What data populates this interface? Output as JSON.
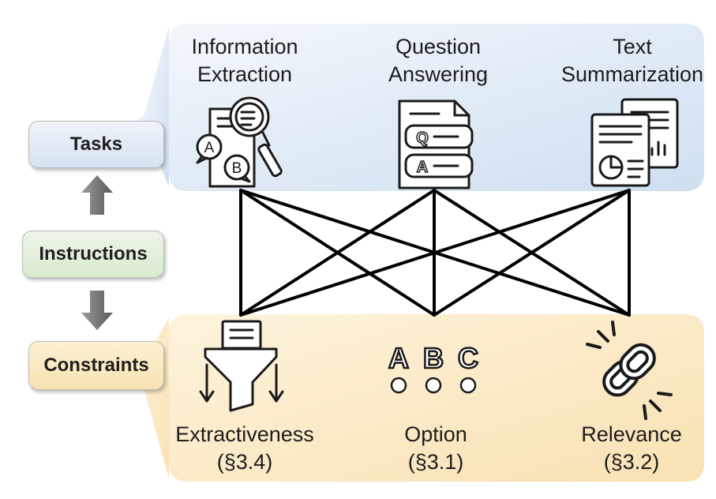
{
  "left_labels": {
    "tasks": "Tasks",
    "instructions": "Instructions",
    "constraints": "Constraints"
  },
  "tasks": [
    {
      "line1": "Information",
      "line2": "Extraction",
      "icon": "document-magnifier-ab-icon"
    },
    {
      "line1": "Question",
      "line2": "Answering",
      "icon": "qa-document-icon"
    },
    {
      "line1": "Text",
      "line2": "Summarization",
      "icon": "report-summary-icon"
    }
  ],
  "constraints": [
    {
      "line1": "Extractiveness",
      "line2": "(§3.4)",
      "icon": "funnel-filter-icon"
    },
    {
      "line1": "Option",
      "line2": "(§3.1)",
      "icon": "abc-options-icon"
    },
    {
      "line1": "Relevance",
      "line2": "(§3.2)",
      "icon": "chain-link-icon"
    }
  ],
  "option_letters": [
    "A",
    "B",
    "C"
  ],
  "qa_letters": [
    "Q",
    "A"
  ],
  "ie_letters": [
    "A",
    "B"
  ],
  "colors": {
    "task_panel": "#dbe6f2",
    "constraint_panel": "#fbe6be",
    "instruction_box": "#d9ead0",
    "arrow": "#6e6e6e",
    "lines": "#000000"
  }
}
